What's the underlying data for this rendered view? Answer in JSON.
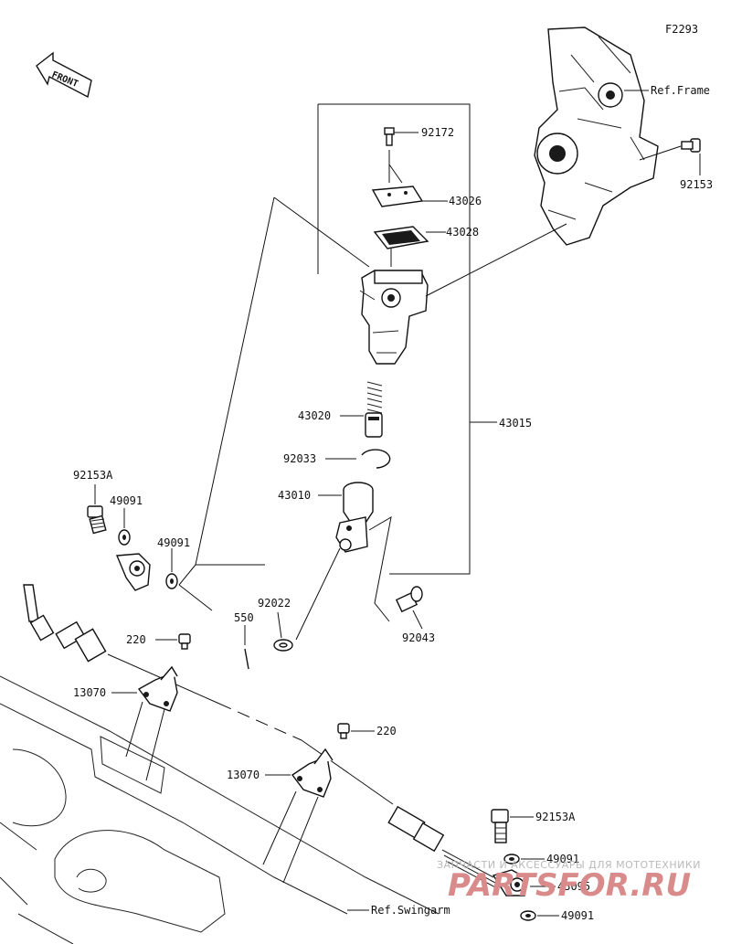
{
  "figure_code": "F2293",
  "front_label": "FRONT",
  "ref_labels": {
    "frame": "Ref.Frame",
    "swingarm": "Ref.Swingarm"
  },
  "parts": {
    "p92172": "92172",
    "p43026": "43026",
    "p43028": "43028",
    "p92153": "92153",
    "p43020": "43020",
    "p43015": "43015",
    "p92033": "92033",
    "p43010": "43010",
    "p92153A_top": "92153A",
    "p49091_a": "49091",
    "p49091_b": "49091",
    "p550": "550",
    "p92022": "92022",
    "p92043": "92043",
    "p220_top": "220",
    "p13070_top": "13070",
    "p220_bottom": "220",
    "p13070_bottom": "13070",
    "p92153A_bottom": "92153A",
    "p49091_c": "49091",
    "p43095": "43095",
    "p49091_d": "49091"
  },
  "watermark": {
    "tagline": "ЗАПЧАСТИ И АКСЕССУАРЫ ДЛЯ МОТОТЕХНИКИ",
    "brand": "PARTSFOR.RU"
  },
  "colors": {
    "line": "#111111",
    "background": "#ffffff",
    "watermark_brand": "#d98b8b",
    "watermark_text": "#b9b9b9"
  }
}
